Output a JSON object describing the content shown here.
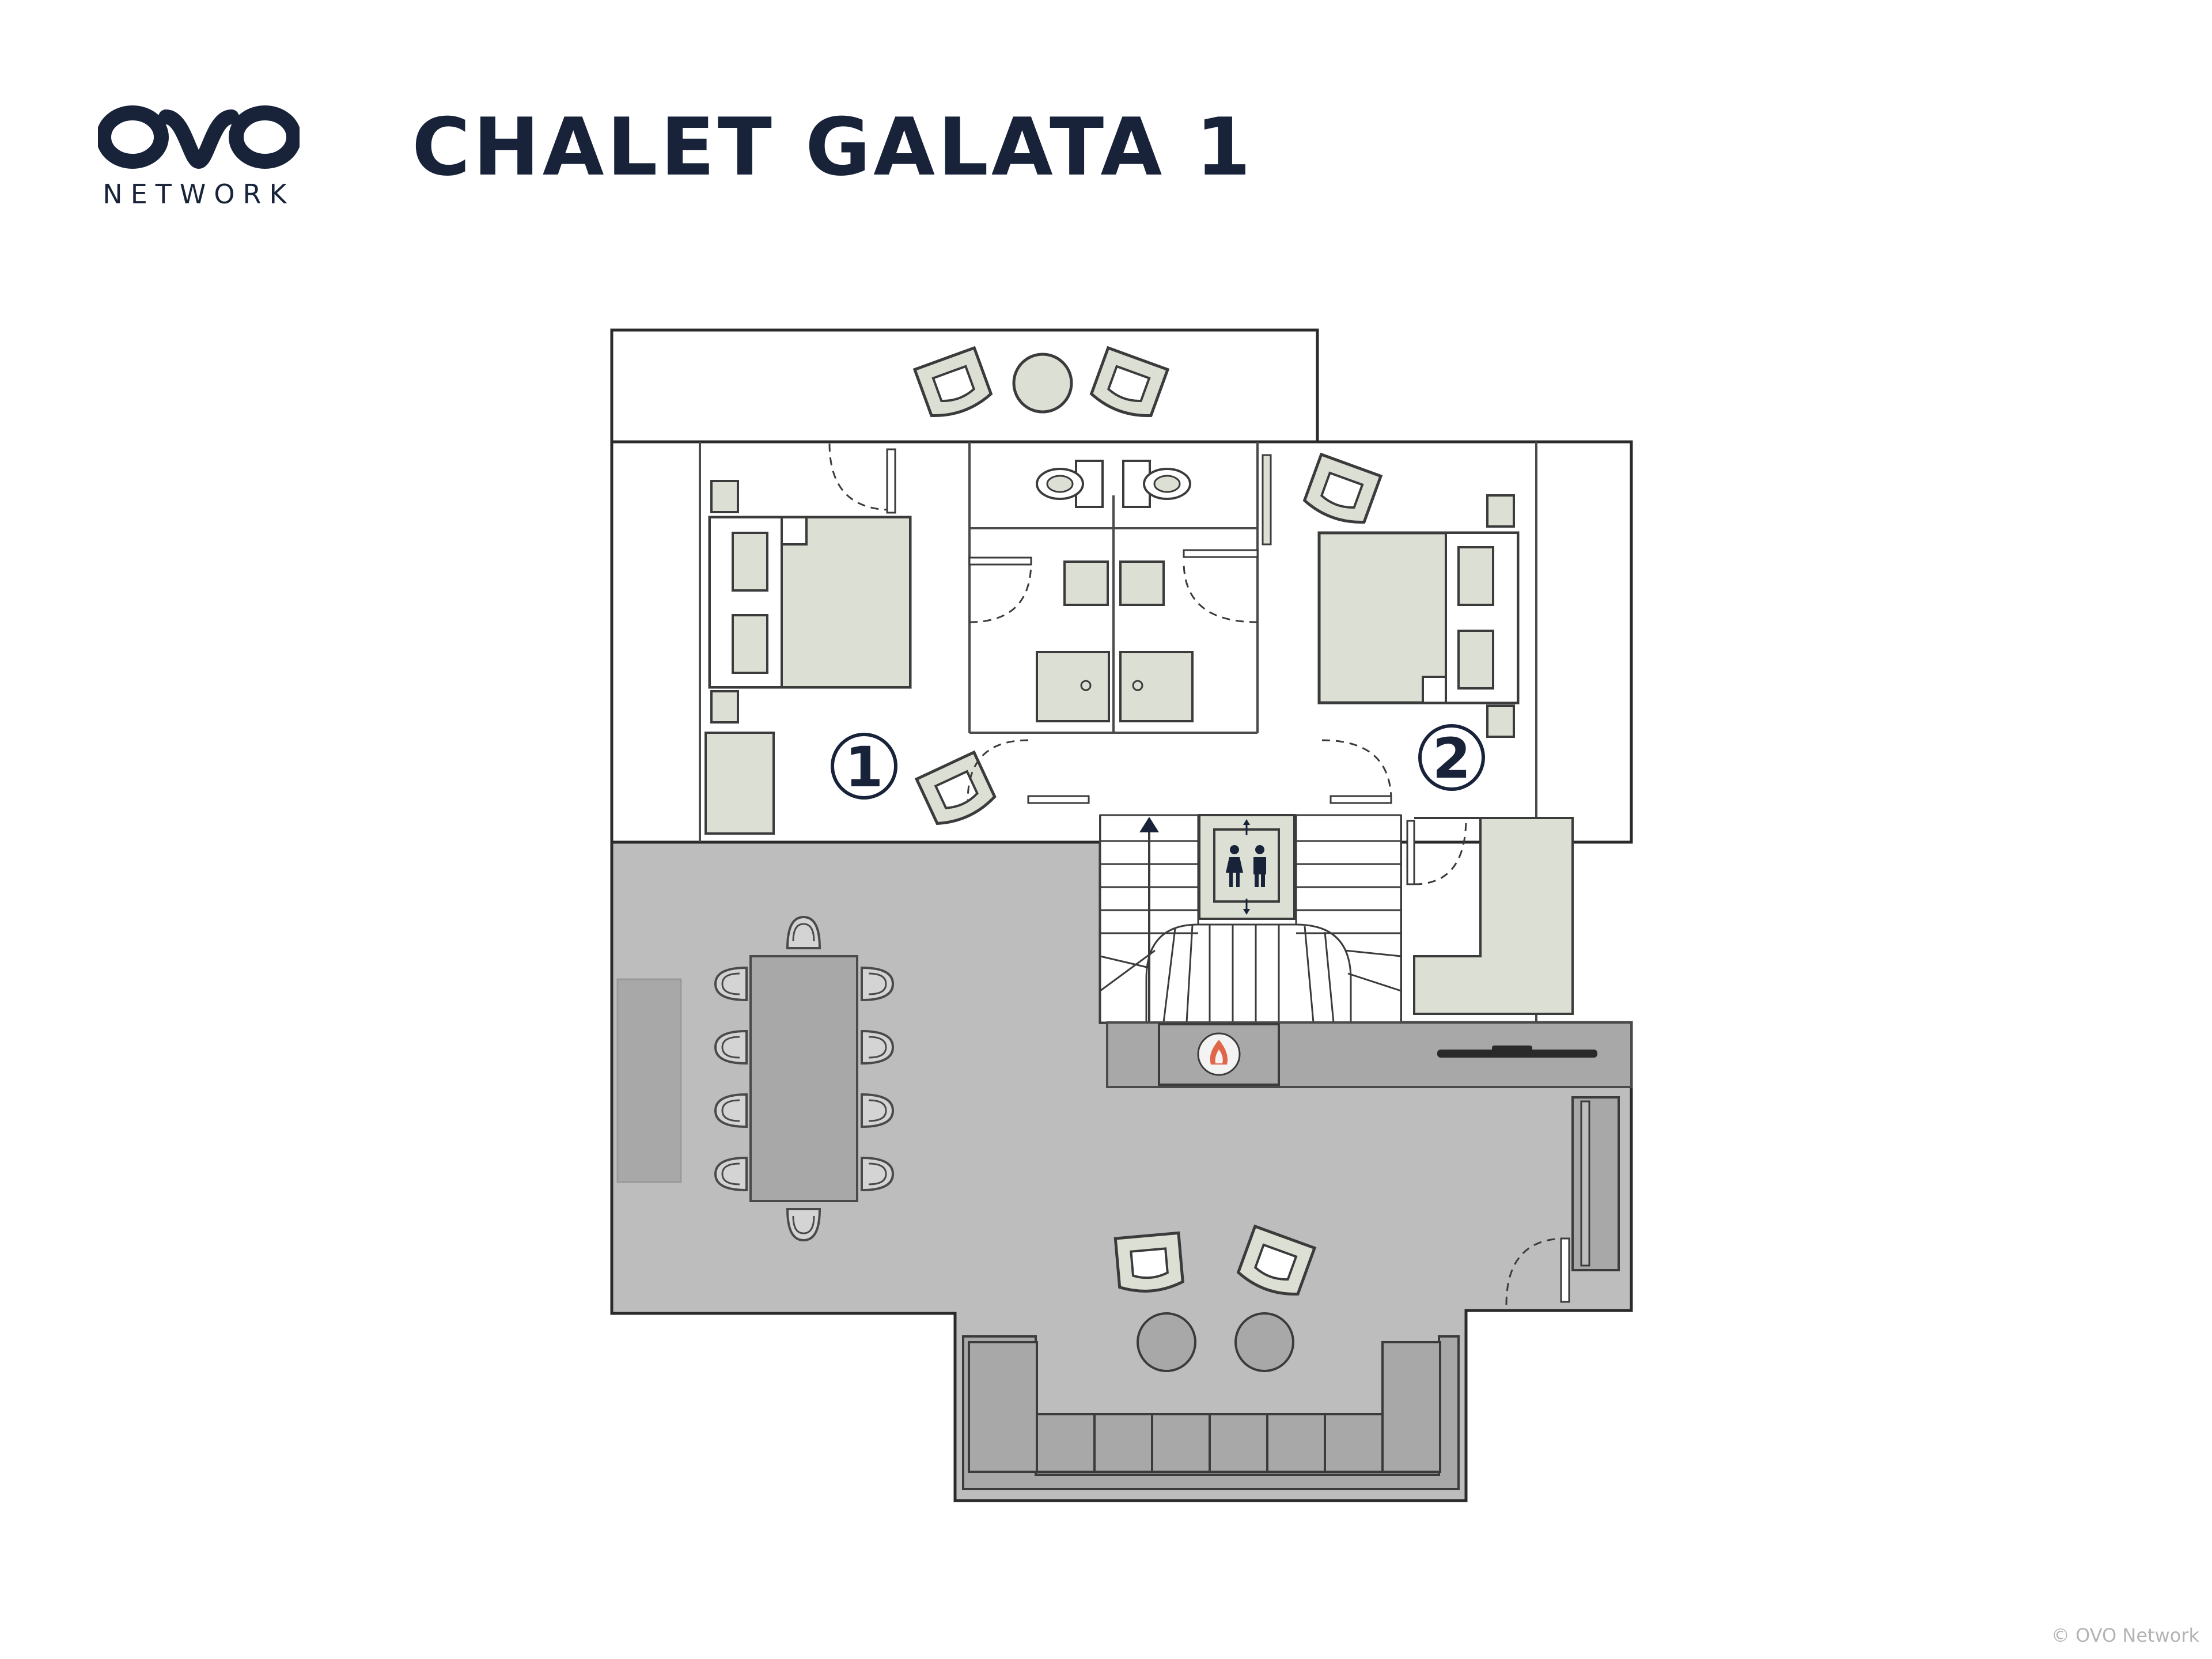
{
  "brand": {
    "logo_text": "OVO",
    "wordmark": "NETWORK"
  },
  "title": "CHALET GALATA 1",
  "rooms": [
    {
      "label": "1"
    },
    {
      "label": "2"
    }
  ],
  "footer": {
    "copyright": "© OVO Network"
  },
  "colors": {
    "ink": "#18233a",
    "floor_grey": "#bdbdbd",
    "furniture": "#dcdfd4",
    "wall": "#2a2a2a",
    "fixture": "#a8a8a8",
    "flame": "#e0664a"
  },
  "icons": [
    "ovo-logo-icon",
    "elevator-icon",
    "fireplace-icon",
    "stairs-up-arrow-icon"
  ]
}
